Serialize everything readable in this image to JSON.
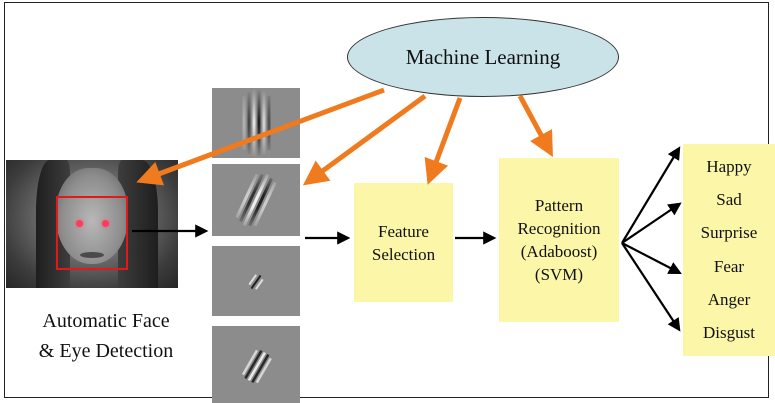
{
  "hub": {
    "label": "Machine Learning"
  },
  "detection": {
    "line1": "Automatic Face",
    "line2": "& Eye Detection"
  },
  "feature_selection": {
    "line1": "Feature",
    "line2": "Selection"
  },
  "pattern_recognition": {
    "line1": "Pattern",
    "line2": "Recognition",
    "line3": "(Adaboost)",
    "line4": "(SVM)"
  },
  "emotions": [
    "Happy",
    "Sad",
    "Surprise",
    "Fear",
    "Anger",
    "Disgust"
  ],
  "colors": {
    "ml_arrow": "#f07a1e",
    "flow_arrow": "#000000",
    "box_fill": "#fbf6a8",
    "ellipse_fill": "#c9e3e8",
    "face_box": "#e01a1a"
  }
}
